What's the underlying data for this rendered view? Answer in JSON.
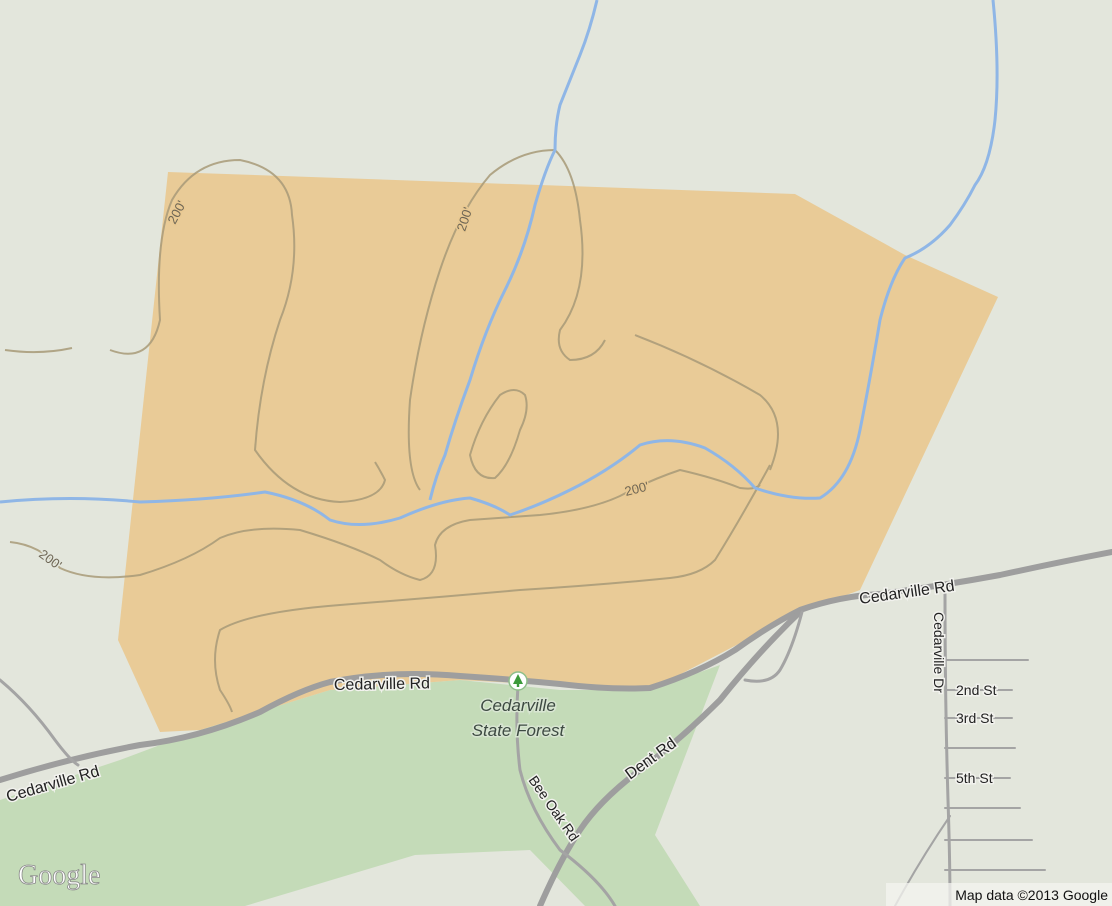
{
  "map": {
    "roads": {
      "cedarville_rd": "Cedarville Rd",
      "cedarville_dr": "Cedarville Dr",
      "dent_rd": "Dent Rd",
      "bee_oak_rd": "Bee Oak Rd",
      "second_st": "2nd St",
      "third_st": "3rd St",
      "fifth_st": "5th St"
    },
    "contour_label": "200'",
    "park": {
      "line1": "Cedarville",
      "line2": "State Forest",
      "icon": "tree-icon"
    },
    "highlighted_area_color": "#e9c992",
    "park_color": "#c4dbb8",
    "water_color": "#8fb6e6",
    "land_color": "#e3e6dc",
    "road_color": "#9e9e9e"
  },
  "branding": {
    "logo": "Google",
    "attribution": "Map data ©2013 Google"
  }
}
